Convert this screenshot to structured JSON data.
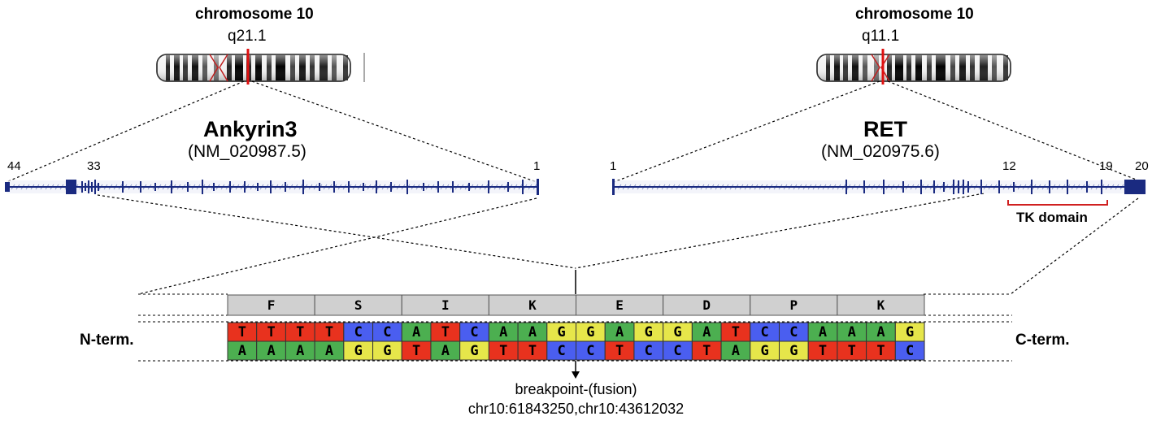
{
  "left": {
    "chromosome": "chromosome 10",
    "band": "q21.1",
    "gene": "Ankyrin3",
    "accession": "(NM_020987.5)",
    "exons": [
      "44",
      "33",
      "1"
    ]
  },
  "right": {
    "chromosome": "chromosome 10",
    "band": "q11.1",
    "gene": "RET",
    "accession": "(NM_020975.6)",
    "exons": [
      "1",
      "12",
      "19",
      "20"
    ],
    "domain_label": "TK domain"
  },
  "fusion": {
    "n_term": "N-term.",
    "c_term": "C-term.",
    "amino_acids": [
      "F",
      "S",
      "I",
      "K",
      "E",
      "D",
      "P",
      "K"
    ],
    "top_strand": [
      "T",
      "T",
      "T",
      "T",
      "C",
      "C",
      "A",
      "T",
      "C",
      "A",
      "A",
      "G",
      "G",
      "A",
      "G",
      "G",
      "A",
      "T",
      "C",
      "C",
      "A",
      "A",
      "A",
      "G"
    ],
    "bottom_strand": [
      "A",
      "A",
      "A",
      "A",
      "G",
      "G",
      "T",
      "A",
      "G",
      "T",
      "T",
      "C",
      "C",
      "T",
      "C",
      "C",
      "T",
      "A",
      "G",
      "G",
      "T",
      "T",
      "T",
      "C"
    ],
    "breakpoint_label": "breakpoint-(fusion)",
    "breakpoint_coords": "chr10:61843250,chr10:43612032"
  },
  "colors": {
    "A": "#4caf50",
    "T": "#e8321e",
    "C": "#4a5ef0",
    "G": "#e6e64a",
    "gene_line": "#1a2a80",
    "marker": "#e01010",
    "aa_box": "#d0d0d0"
  }
}
